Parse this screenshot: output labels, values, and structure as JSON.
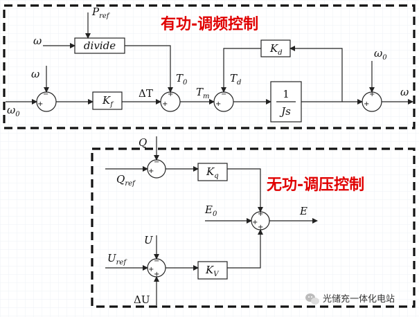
{
  "titles": {
    "active": "有功-调频控制",
    "reactive": "无功-调压控制"
  },
  "labels": {
    "omega": "ω",
    "omega0": "ω",
    "omega0_sub": "0",
    "pref": "P",
    "pref_sub": "ref",
    "divide": "divide",
    "kf": "K",
    "kf_sub": "f",
    "deltaT": "ΔT",
    "t0": "T",
    "t0_sub": "0",
    "tm": "T",
    "tm_sub": "m",
    "td": "T",
    "td_sub": "d",
    "kd": "K",
    "kd_sub": "d",
    "js_num": "1",
    "js_den": "Js",
    "q": "Q",
    "qref": "Q",
    "qref_sub": "ref",
    "kq": "K",
    "kq_sub": "q",
    "e0": "E",
    "e0_sub": "0",
    "e": "E",
    "u": "U",
    "uref": "U",
    "uref_sub": "ref",
    "kv": "K",
    "kv_sub": "V",
    "deltaU": "ΔU"
  },
  "signs": {
    "minus": "−",
    "plus": "+"
  },
  "watermark": "光储充一体化电站",
  "colors": {
    "title_red": "#e00000",
    "line": "#222222"
  }
}
